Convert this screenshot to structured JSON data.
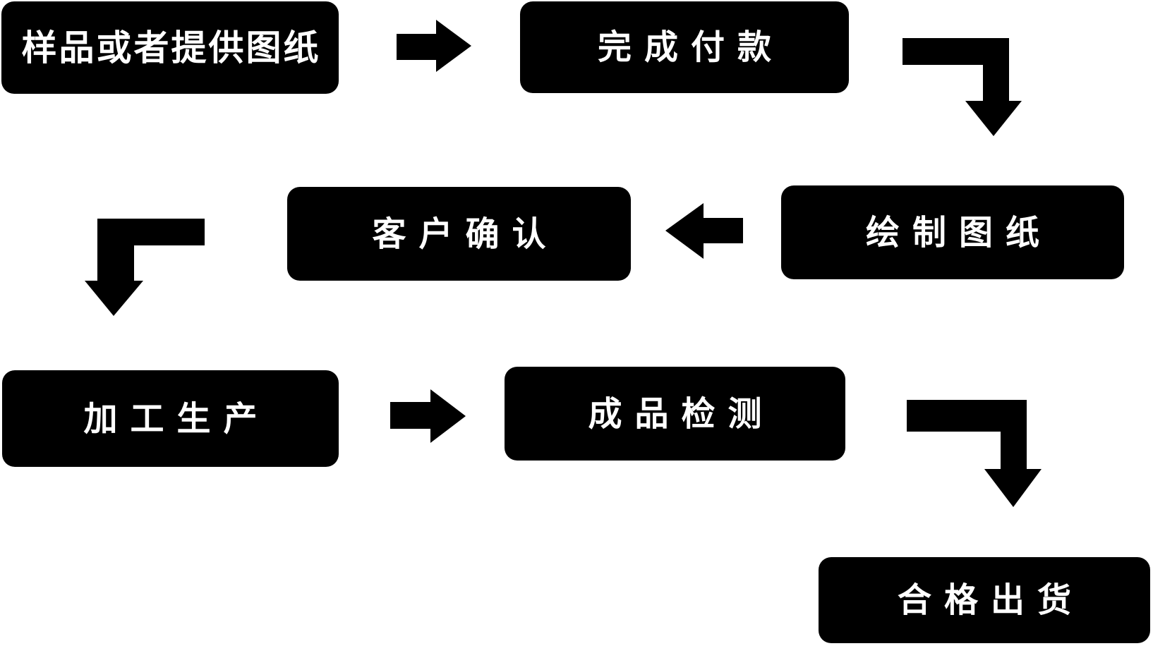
{
  "diagram": {
    "type": "flowchart",
    "title": "",
    "colors": {
      "background": "#ffffff",
      "node_fill": "#000000",
      "node_text": "#ffffff",
      "arrow_fill": "#000000"
    },
    "nodes": [
      {
        "id": "sample-or-drawings",
        "label": "样品或者提供图纸"
      },
      {
        "id": "complete-payment",
        "label": "完成付款"
      },
      {
        "id": "draw-drawings",
        "label": "绘制图纸"
      },
      {
        "id": "customer-confirm",
        "label": "客户确认"
      },
      {
        "id": "processing-production",
        "label": "加工生产"
      },
      {
        "id": "product-inspection",
        "label": "成品检测"
      },
      {
        "id": "qualified-shipment",
        "label": "合格出货"
      }
    ],
    "connectors": [
      {
        "from": "sample-or-drawings",
        "to": "complete-payment",
        "shape": "straight-right"
      },
      {
        "from": "complete-payment",
        "to": "draw-drawings",
        "shape": "elbow-right-down"
      },
      {
        "from": "draw-drawings",
        "to": "customer-confirm",
        "shape": "straight-left"
      },
      {
        "from": "customer-confirm",
        "to": "processing-production",
        "shape": "elbow-left-down"
      },
      {
        "from": "processing-production",
        "to": "product-inspection",
        "shape": "straight-right"
      },
      {
        "from": "product-inspection",
        "to": "qualified-shipment",
        "shape": "elbow-right-down"
      }
    ]
  }
}
